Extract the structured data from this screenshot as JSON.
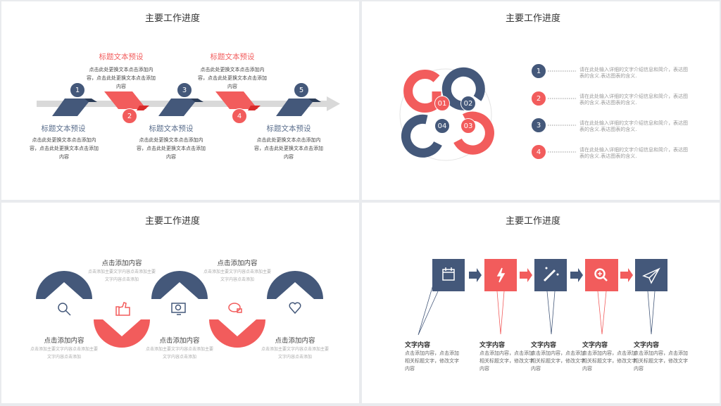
{
  "colors": {
    "navy": "#44587a",
    "red": "#f25c5c",
    "gray": "#d9d9d9"
  },
  "panel1": {
    "title": "主要工作进度",
    "steps": [
      {
        "num": "1",
        "title": "标题文本预设",
        "desc": "点击此处更换文本点击添加内容，点击此处更换文本点击添加内容"
      },
      {
        "num": "2",
        "title": "标题文本预设",
        "desc": "点击此处更换文本点击添加内容，点击此处更换文本点击添加内容"
      },
      {
        "num": "3",
        "title": "标题文本预设",
        "desc": "点击此处更换文本点击添加内容，点击此处更换文本点击添加内容"
      },
      {
        "num": "4",
        "title": "标题文本预设",
        "desc": "点击此处更换文本点击添加内容，点击此处更换文本点击添加内容"
      },
      {
        "num": "5",
        "title": "标题文本预设",
        "desc": "点击此处更换文本点击添加内容，点击此处更换文本点击添加内容"
      }
    ]
  },
  "panel2": {
    "title": "主要工作进度",
    "labels": [
      "01",
      "02",
      "03",
      "04"
    ],
    "items": [
      {
        "num": "1",
        "text": "请在此处输入详细的文字介绍信息和简介，表达图表的含义.表达图表的含义."
      },
      {
        "num": "2",
        "text": "请在此处输入详细的文字介绍信息和简介，表达图表的含义.表达图表的含义."
      },
      {
        "num": "3",
        "text": "请在此处输入详细的文字介绍信息和简介，表达图表的含义.表达图表的含义."
      },
      {
        "num": "4",
        "text": "请在此处输入详细的文字介绍信息和简介，表达图表的含义.表达图表的含义."
      }
    ]
  },
  "panel3": {
    "title": "主要工作进度",
    "items": [
      {
        "icon": "search-icon",
        "title": "点击添加内容",
        "desc": "点击添加主要文字内容点击添加主要文字内容点击添加"
      },
      {
        "icon": "thumbs-up-icon",
        "title": "点击添加内容",
        "desc": "点击添加主要文字内容点击添加主要文字内容点击添加"
      },
      {
        "icon": "monitor-icon",
        "title": "点击添加内容",
        "desc": "点击添加主要文字内容点击添加主要文字内容点击添加"
      },
      {
        "icon": "chat-lock-icon",
        "title": "点击添加内容",
        "desc": "点击添加主要文字内容点击添加主要文字内容点击添加"
      },
      {
        "icon": "heart-icon",
        "title": "点击添加内容",
        "desc": "点击添加主要文字内容点击添加主要文字内容点击添加"
      }
    ]
  },
  "panel4": {
    "title": "主要工作进度",
    "items": [
      {
        "icon": "calendar-icon",
        "title": "文字内容",
        "desc": "点击添加内容，点击添加相关标题文字，修改文字内容"
      },
      {
        "icon": "lightning-icon",
        "title": "文字内容",
        "desc": "点击添加内容，点击添加相关标题文字，修改文字内容"
      },
      {
        "icon": "magic-wand-icon",
        "title": "文字内容",
        "desc": "点击添加内容，点击添加相关标题文字，修改文字内容"
      },
      {
        "icon": "zoom-in-icon",
        "title": "文字内容",
        "desc": "点击添加内容，点击添加相关标题文字，修改文字内容"
      },
      {
        "icon": "paper-plane-icon",
        "title": "文字内容",
        "desc": "点击添加内容，点击添加相关标题文字，修改文字内容"
      }
    ]
  }
}
